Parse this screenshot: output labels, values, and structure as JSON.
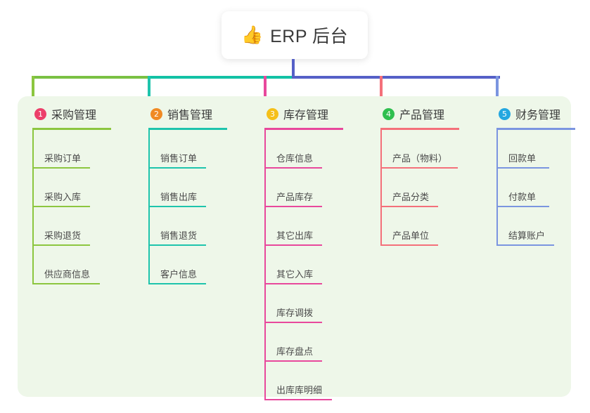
{
  "title": {
    "icon": "thumbs-up-icon",
    "icon_glyph": "👍",
    "text": "ERP 后台"
  },
  "palette": {
    "panel_background": "#eef7e9",
    "page_background": "#ffffff",
    "stem": "#5560c7",
    "bar_green": "#7ac143",
    "bar_teal": "#12c2a5",
    "bar_blue": "#5560c7"
  },
  "columns": [
    {
      "number": "1",
      "title": "采购管理",
      "badge_color": "#ec3f6a",
      "line_color": "#8cc63f",
      "rule_width": 112,
      "items": [
        {
          "label": "采购订单",
          "rule_width": 82
        },
        {
          "label": "采购入库",
          "rule_width": 82
        },
        {
          "label": "采购退货",
          "rule_width": 82
        },
        {
          "label": "供应商信息",
          "rule_width": 96
        }
      ]
    },
    {
      "number": "2",
      "title": "销售管理",
      "badge_color": "#f08a24",
      "line_color": "#1ec4ac",
      "rule_width": 112,
      "items": [
        {
          "label": "销售订单",
          "rule_width": 82
        },
        {
          "label": "销售出库",
          "rule_width": 82
        },
        {
          "label": "销售退货",
          "rule_width": 82
        },
        {
          "label": "客户信息",
          "rule_width": 82
        }
      ]
    },
    {
      "number": "3",
      "title": "库存管理",
      "badge_color": "#f5c019",
      "line_color": "#e8489c",
      "rule_width": 112,
      "items": [
        {
          "label": "仓库信息",
          "rule_width": 82
        },
        {
          "label": "产品库存",
          "rule_width": 82
        },
        {
          "label": "其它出库",
          "rule_width": 82
        },
        {
          "label": "其它入库",
          "rule_width": 82
        },
        {
          "label": "库存调拨",
          "rule_width": 82
        },
        {
          "label": "库存盘点",
          "rule_width": 82
        },
        {
          "label": "出库库明细",
          "rule_width": 96
        }
      ]
    },
    {
      "number": "4",
      "title": "产品管理",
      "badge_color": "#2fbf4f",
      "line_color": "#f4707a",
      "rule_width": 112,
      "items": [
        {
          "label": "产品（物料）",
          "rule_width": 110
        },
        {
          "label": "产品分类",
          "rule_width": 82
        },
        {
          "label": "产品单位",
          "rule_width": 82
        }
      ]
    },
    {
      "number": "5",
      "title": "财务管理",
      "badge_color": "#24a7e0",
      "line_color": "#7b95e0",
      "rule_width": 112,
      "items": [
        {
          "label": "回款单",
          "rule_width": 75
        },
        {
          "label": "付款单",
          "rule_width": 75
        },
        {
          "label": "结算账户",
          "rule_width": 82
        }
      ]
    }
  ]
}
